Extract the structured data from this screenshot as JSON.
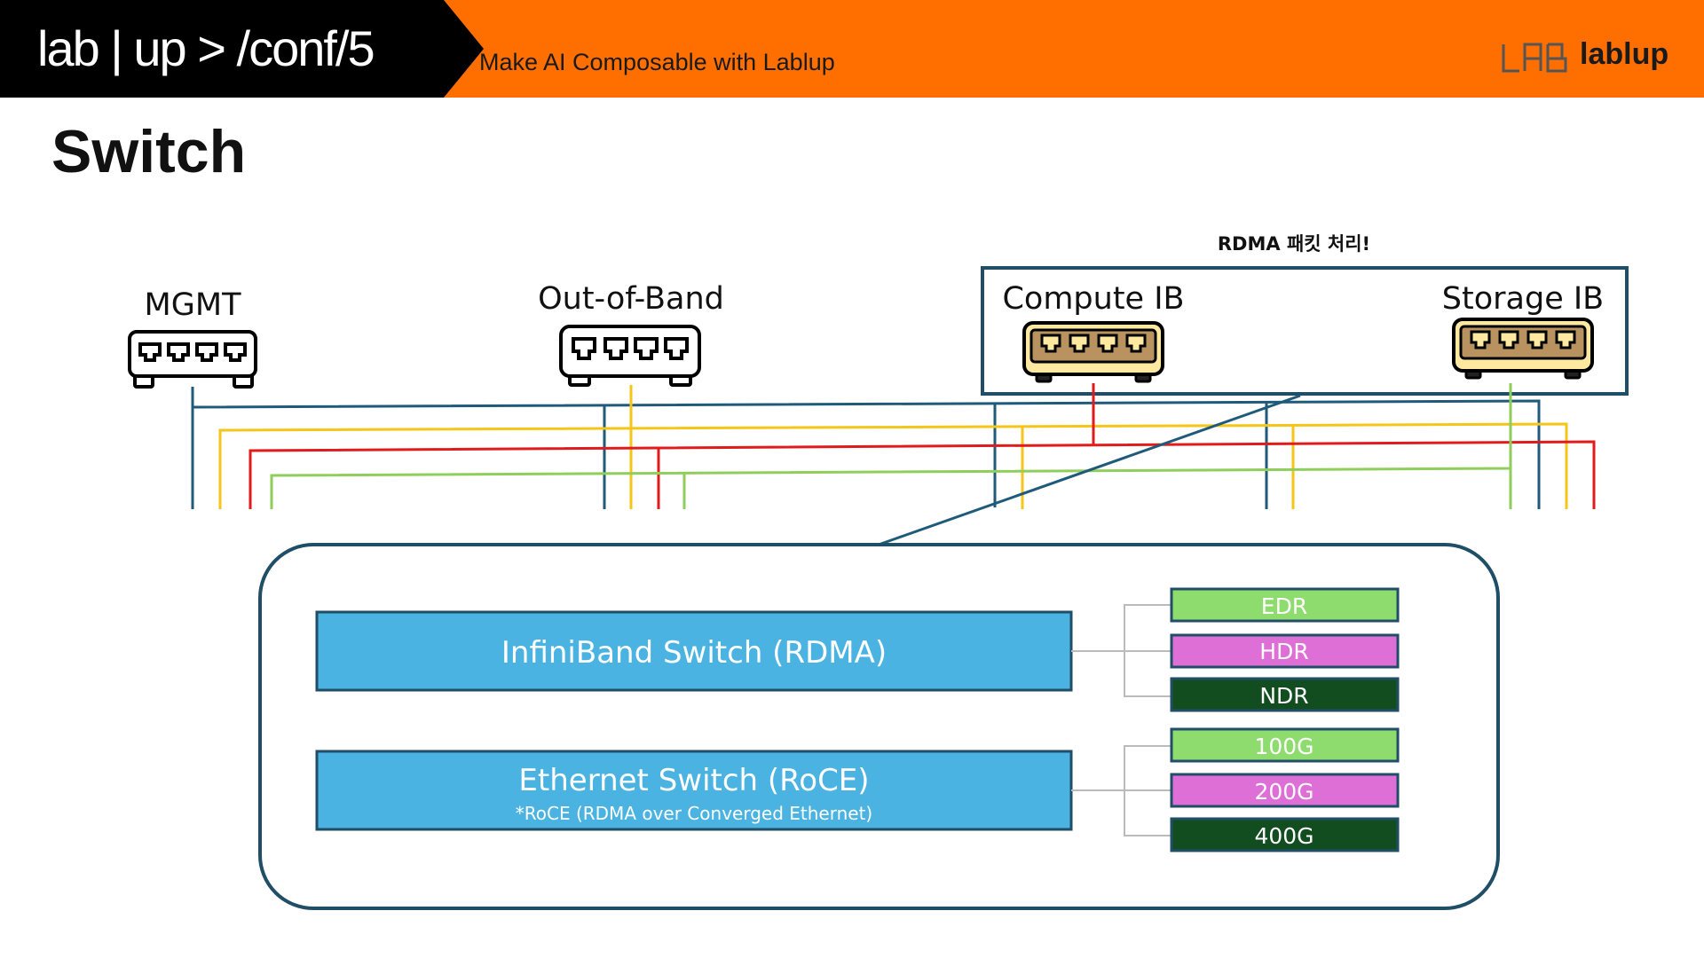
{
  "header": {
    "brand": "lab | up > /conf/5",
    "tagline": "Make AI Composable with Lablup",
    "logo_text": "lablup"
  },
  "title": "Switch",
  "diagram": {
    "note": "RDMA 패킷 처리!",
    "switches": {
      "mgmt": "MGMT",
      "oob": "Out-of-Band",
      "compute_ib": "Compute IB",
      "storage_ib": "Storage IB"
    },
    "infiniband": {
      "label": "InfiniBand Switch (RDMA)",
      "speeds": [
        "EDR",
        "HDR",
        "NDR"
      ]
    },
    "ethernet": {
      "label": "Ethernet Switch (RoCE)",
      "sublabel": "*RoCE (RDMA over Converged Ethernet)",
      "speeds": [
        "100G",
        "200G",
        "400G"
      ]
    }
  },
  "colors": {
    "accent_orange": "#ff6f00",
    "line_blue": "#1f5a7a",
    "line_yellow": "#f5c518",
    "line_red": "#e01b1b",
    "line_green": "#8fce5a",
    "switch_box": "#4ab3e2",
    "speed_light": "#8fdc6e",
    "speed_magenta": "#dd6fd6",
    "speed_dark": "#124d20",
    "ib_switch_fill": "#c9a46c"
  },
  "icons": [
    "network-switch-icon",
    "lablup-logo-icon"
  ]
}
